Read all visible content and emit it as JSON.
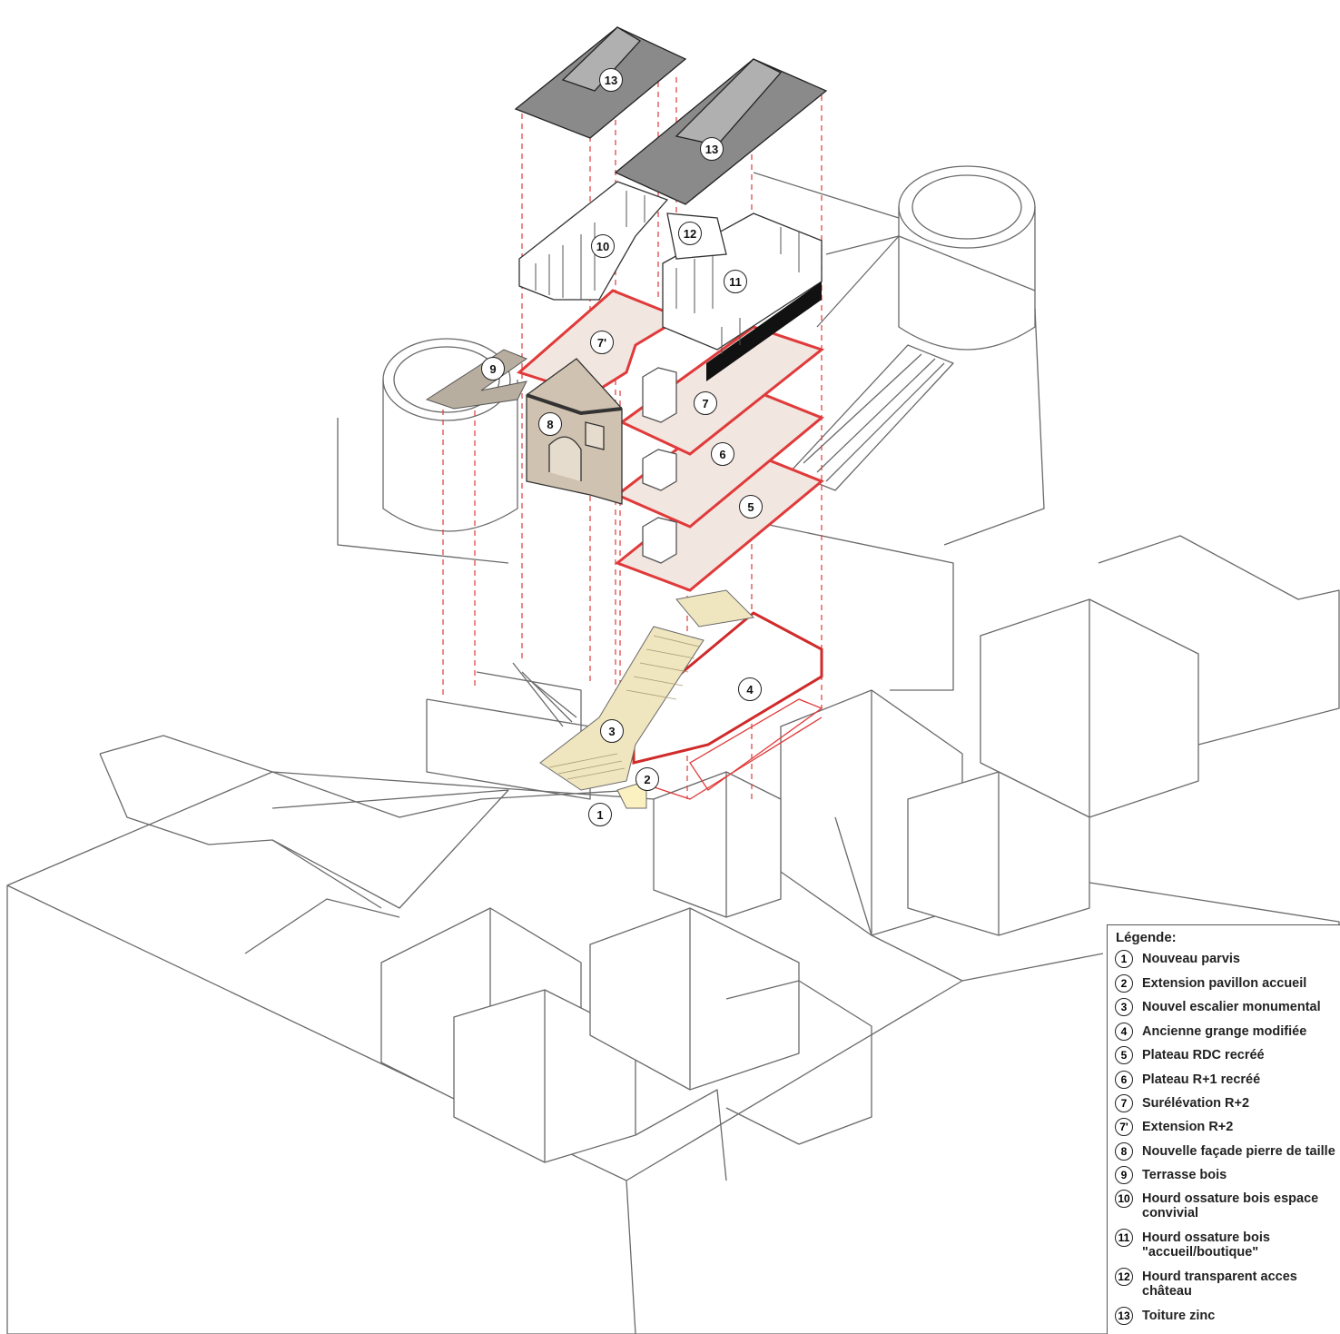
{
  "legend": {
    "title": "Légende:",
    "items": [
      {
        "num": "1",
        "label": "Nouveau parvis"
      },
      {
        "num": "2",
        "label": "Extension pavillon accueil"
      },
      {
        "num": "3",
        "label": "Nouvel escalier monumental"
      },
      {
        "num": "4",
        "label": "Ancienne grange modifiée"
      },
      {
        "num": "5",
        "label": "Plateau RDC recréé"
      },
      {
        "num": "6",
        "label": "Plateau R+1 recréé"
      },
      {
        "num": "7",
        "label": "Surélévation R+2"
      },
      {
        "num": "7'",
        "label": "Extension R+2"
      },
      {
        "num": "8",
        "label": "Nouvelle façade pierre de taille"
      },
      {
        "num": "9",
        "label": "Terrasse bois"
      },
      {
        "num": "10",
        "label": "Hourd ossature bois espace convivial"
      },
      {
        "num": "11",
        "label": "Hourd ossature bois \"accueil/boutique\""
      },
      {
        "num": "12",
        "label": "Hourd transparent acces château"
      },
      {
        "num": "13",
        "label": "Toiture zinc"
      }
    ]
  },
  "callouts": {
    "c1": "1",
    "c2": "2",
    "c3": "3",
    "c4": "4",
    "c5": "5",
    "c6": "6",
    "c7": "7",
    "c7p": "7'",
    "c8": "8",
    "c9": "9",
    "c10": "10",
    "c11": "11",
    "c12": "12",
    "c13a": "13",
    "c13b": "13"
  },
  "colors": {
    "line": "#6a6a6a",
    "red": "#e03a3a",
    "floor_fill": "#f2e6e0",
    "stair_fill": "#efe5bf",
    "roof_fill": "#8a8a8a",
    "wood_fill": "#cfc2b0"
  }
}
